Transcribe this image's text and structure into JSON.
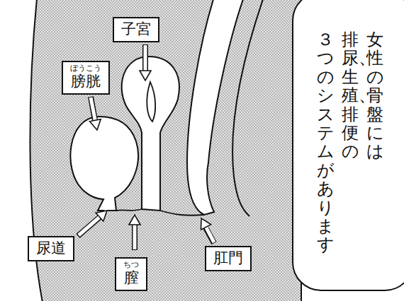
{
  "diagram": {
    "nodes": [
      {
        "text": [
          "子宮"
        ]
      },
      {
        "text": [
          "ぼうこう",
          "膀胱"
        ]
      },
      {
        "text": [
          "尿道"
        ]
      },
      {
        "text": [
          "ちつ",
          "膣"
        ]
      },
      {
        "text": [
          "肛門"
        ]
      },
      {
        "text": [
          "女性の骨盤には 排尿、生殖、排便の ３つのシステムがあります"
        ]
      }
    ]
  }
}
